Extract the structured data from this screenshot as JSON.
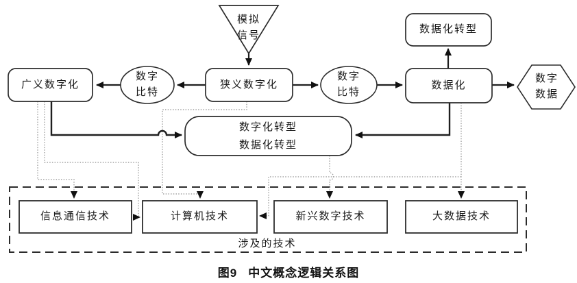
{
  "palette": {
    "line": "#1f1f1f",
    "shape_stroke": "#2b2b2b",
    "dotted": "#8f8f8f",
    "background": "#ffffff",
    "text": "#1a1a1a"
  },
  "caption": {
    "fig": "图9",
    "title": "中文概念逻辑关系图"
  },
  "nodes": {
    "analog_signal": {
      "line1": "模拟",
      "line2": "信号"
    },
    "broad_digitization": {
      "label": "广义数字化"
    },
    "digital_bits_left": {
      "line1": "数字",
      "line2": "比特"
    },
    "narrow_digitization": {
      "label": "狭义数字化"
    },
    "digital_bits_right": {
      "line1": "数字",
      "line2": "比特"
    },
    "datafication": {
      "label": "数据化"
    },
    "datafication_transformation": {
      "label": "数据化转型"
    },
    "digital_data": {
      "line1": "数字",
      "line2": "数据"
    },
    "transformation": {
      "line1": "数字化转型",
      "line2": "数据化转型"
    },
    "ict": {
      "label": "信息通信技术"
    },
    "computer_tech": {
      "label": "计算机技术"
    },
    "emerging_digital_tech": {
      "label": "新兴数字技术"
    },
    "big_data_tech": {
      "label": "大数据技术"
    },
    "tech_group": {
      "label": "涉及的技术"
    }
  }
}
